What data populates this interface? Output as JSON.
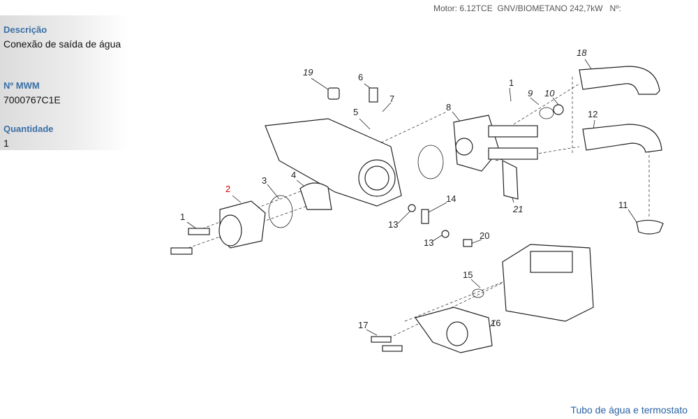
{
  "header": {
    "motor_info": "Motor: 6.12TCE  GNV/BIOMETANO 242,7kW   Nº:"
  },
  "details": {
    "description_label": "Descrição",
    "description_value": "Conexão de saída de água",
    "mwm_label": "Nº MWM",
    "mwm_value": "7000767C1E",
    "quantity_label": "Quantidade",
    "quantity_value": "1"
  },
  "diagram": {
    "callouts": [
      "19",
      "6",
      "7",
      "5",
      "1",
      "8",
      "9",
      "10",
      "18",
      "12",
      "3",
      "4",
      "2",
      "1",
      "14",
      "13",
      "13",
      "20",
      "21",
      "11",
      "15",
      "16",
      "17"
    ],
    "highlight_color": "#d00000"
  },
  "footer": {
    "section_link": "Tubo de água e termostato"
  }
}
